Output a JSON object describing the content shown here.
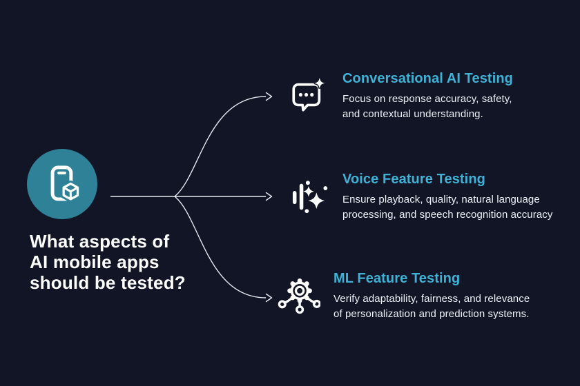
{
  "colors": {
    "background": "#111526",
    "hub_teal": "#2e8197",
    "title_cyan": "#3eb3d7",
    "body_text": "#eef1f6",
    "heading_text": "#ffffff",
    "connector_line": "#e7eaf1"
  },
  "hub": {
    "icon": "phone-cube-icon",
    "question": "What aspects of\nAI mobile apps\nshould be tested?"
  },
  "branches": [
    {
      "icon": "chat-sparkle-icon",
      "title": "Conversational AI Testing",
      "description": "Focus on response accuracy, safety,\nand contextual understanding."
    },
    {
      "icon": "voice-wave-sparkle-icon",
      "title": "Voice Feature Testing",
      "description": "Ensure playback, quality, natural language\nprocessing, and speech recognition accuracy"
    },
    {
      "icon": "gear-network-icon",
      "title": "ML Feature Testing",
      "description": "Verify adaptability, fairness, and relevance\nof personalization and prediction systems."
    }
  ]
}
